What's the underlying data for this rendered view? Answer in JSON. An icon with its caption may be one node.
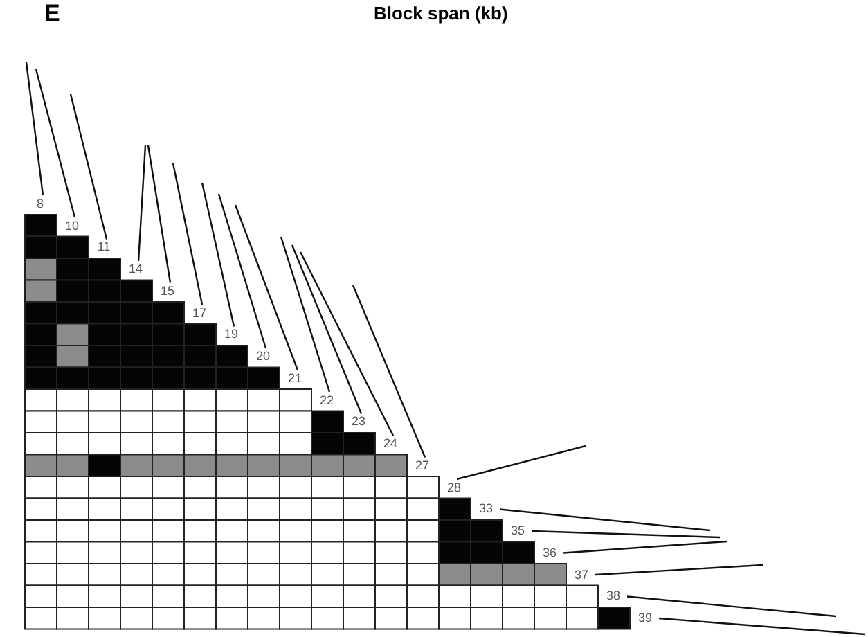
{
  "diagram": {
    "title": "Block span (kb)",
    "nodes": [
      {
        "text": [
          "8"
        ]
      },
      {
        "text": [
          "10"
        ]
      },
      {
        "text": [
          "11"
        ]
      },
      {
        "text": [
          "14"
        ]
      },
      {
        "text": [
          "15"
        ]
      },
      {
        "text": [
          "17"
        ]
      },
      {
        "text": [
          "19"
        ]
      },
      {
        "text": [
          "20"
        ]
      },
      {
        "text": [
          "21"
        ]
      },
      {
        "text": [
          "22"
        ]
      },
      {
        "text": [
          "23"
        ]
      },
      {
        "text": [
          "24"
        ]
      },
      {
        "text": [
          "27"
        ]
      },
      {
        "text": [
          "28"
        ]
      },
      {
        "text": [
          "33"
        ]
      },
      {
        "text": [
          "35"
        ]
      },
      {
        "text": [
          "36"
        ]
      },
      {
        "text": [
          "37"
        ]
      },
      {
        "text": [
          "38"
        ]
      },
      {
        "text": [
          "39"
        ]
      }
    ],
    "edges": [
      {
        "from": 0,
        "to": null,
        "arrow": "none"
      },
      {
        "from": 1,
        "to": null,
        "arrow": "none"
      },
      {
        "from": 2,
        "to": null,
        "arrow": "none"
      },
      {
        "from": 3,
        "to": null,
        "arrow": "none"
      },
      {
        "from": 4,
        "to": null,
        "arrow": "none"
      },
      {
        "from": 5,
        "to": null,
        "arrow": "none"
      },
      {
        "from": 6,
        "to": null,
        "arrow": "none"
      },
      {
        "from": 7,
        "to": null,
        "arrow": "none"
      },
      {
        "from": 8,
        "to": null,
        "arrow": "none"
      },
      {
        "from": 9,
        "to": null,
        "arrow": "none"
      },
      {
        "from": 10,
        "to": null,
        "arrow": "none"
      },
      {
        "from": 11,
        "to": null,
        "arrow": "none"
      },
      {
        "from": 12,
        "to": null,
        "arrow": "none"
      },
      {
        "from": 13,
        "to": null,
        "arrow": "none"
      },
      {
        "from": 14,
        "to": null,
        "arrow": "none"
      },
      {
        "from": 15,
        "to": null,
        "arrow": "none"
      },
      {
        "from": 16,
        "to": null,
        "arrow": "none"
      },
      {
        "from": 17,
        "to": null,
        "arrow": "none"
      },
      {
        "from": 18,
        "to": null,
        "arrow": "none"
      },
      {
        "from": 19,
        "to": null,
        "arrow": "none"
      }
    ],
    "labels": [
      "E"
    ]
  }
}
